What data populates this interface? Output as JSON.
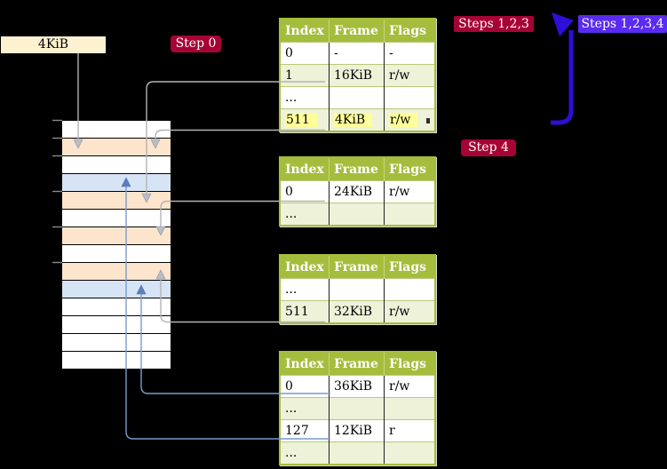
{
  "colors": {
    "background": "#000000",
    "badge-red": "#a60334",
    "badge-blue": "#5a2bf2",
    "arrow-blue": "#2d0fd6",
    "line-gray": "#b3b3b3",
    "arrowhead-gray": "#b8bec9",
    "line-blue": "#7b9ace",
    "arrowhead-blue": "#5c80bd",
    "table-border": "#a4bd3c",
    "header-bg": "#a4bd3c",
    "header-text": "#ffffff",
    "row-alt": "#edf2d9",
    "row-white": "#ffffff",
    "highlight-yellow": "#ffff99",
    "frame-label-bg": "#fcf1d0",
    "mem-peach": "#fde5cd",
    "mem-blue": "#d7e4f5",
    "mem-white": "#ffffff",
    "tick-gray": "#8a8a8a"
  },
  "labels": {
    "frame_size": "4KiB",
    "step0": "Step 0",
    "steps123": "Steps 1,2,3",
    "steps1234": "Steps 1,2,3,4",
    "step4": "Step 4"
  },
  "page_tables": [
    {
      "headers": [
        "Index",
        "Frame",
        "Flags"
      ],
      "rows": [
        {
          "cells": [
            "0",
            "-",
            "-"
          ],
          "highlight": false
        },
        {
          "cells": [
            "1",
            "16KiB",
            "r/w"
          ],
          "highlight": false
        },
        {
          "cells": [
            "...",
            "",
            ""
          ],
          "highlight": false
        },
        {
          "cells": [
            "511",
            "4KiB",
            "r/w"
          ],
          "highlight": true
        }
      ]
    },
    {
      "headers": [
        "Index",
        "Frame",
        "Flags"
      ],
      "rows": [
        {
          "cells": [
            "0",
            "24KiB",
            "r/w"
          ],
          "highlight": false
        },
        {
          "cells": [
            "...",
            "",
            ""
          ],
          "highlight": false
        }
      ]
    },
    {
      "headers": [
        "Index",
        "Frame",
        "Flags"
      ],
      "rows": [
        {
          "cells": [
            "...",
            "",
            ""
          ],
          "highlight": false
        },
        {
          "cells": [
            "511",
            "32KiB",
            "r/w"
          ],
          "highlight": false
        }
      ]
    },
    {
      "headers": [
        "Index",
        "Frame",
        "Flags"
      ],
      "rows": [
        {
          "cells": [
            "0",
            "36KiB",
            "r/w"
          ],
          "highlight": false
        },
        {
          "cells": [
            "...",
            "",
            ""
          ],
          "highlight": false
        },
        {
          "cells": [
            "127",
            "12KiB",
            "r"
          ],
          "highlight": false
        },
        {
          "cells": [
            "...",
            "",
            ""
          ],
          "highlight": false
        }
      ]
    }
  ],
  "memory_column": {
    "rows": [
      "white",
      "peach",
      "white",
      "blue",
      "peach",
      "white",
      "peach",
      "white",
      "peach",
      "blue",
      "white",
      "white",
      "white",
      "white"
    ]
  }
}
